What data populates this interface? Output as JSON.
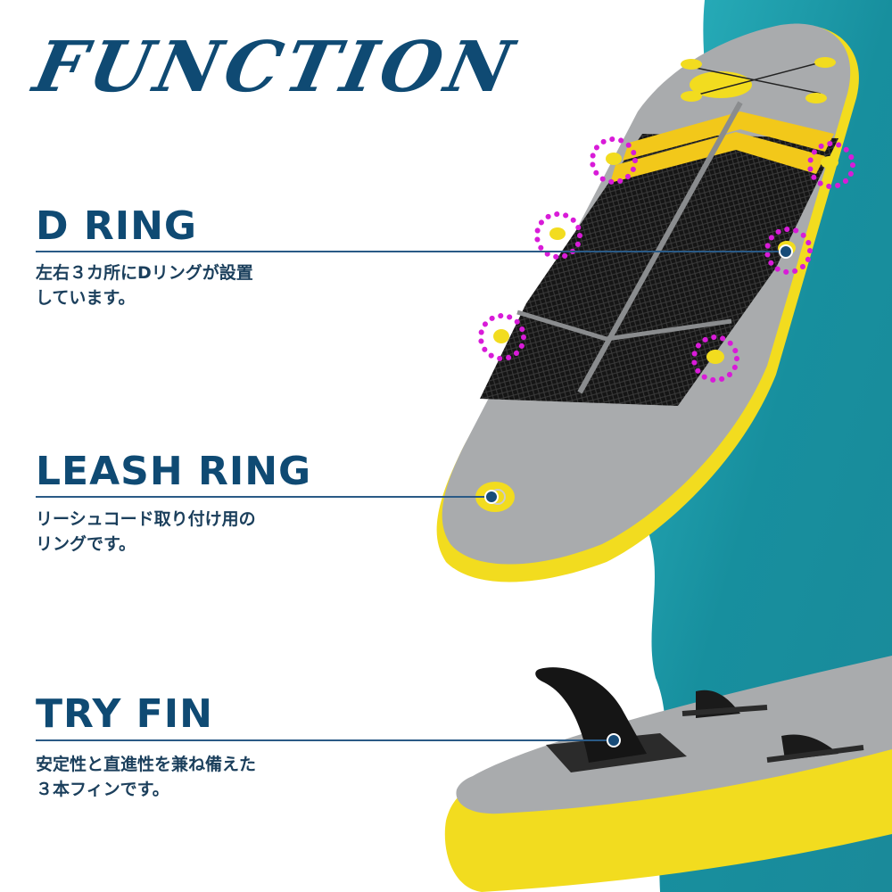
{
  "title": "FUNCTION",
  "features": [
    {
      "heading": "D RING",
      "description_line1": "左右３カ所にDリングが設置",
      "description_line2": "しています。"
    },
    {
      "heading": "LEASH RING",
      "description_line1": "リーシュコード取り付け用の",
      "description_line2": "リングです。"
    },
    {
      "heading": "TRY FIN",
      "description_line1": "安定性と直進性を兼ね備えた",
      "description_line2": "３本フィンです。"
    }
  ],
  "colors": {
    "brand_navy": "#0f4a73",
    "board_yellow": "#f2dc1f",
    "board_gray": "#a9abad",
    "water_teal": "#1e9fae",
    "highlight_magenta": "#d81bd8"
  }
}
